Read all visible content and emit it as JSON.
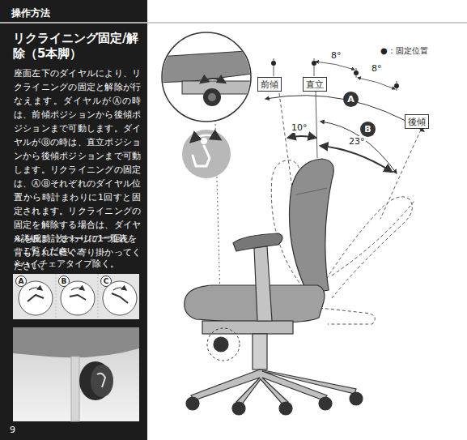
{
  "diagram": {
    "title": "リクライニング固定/解除（5本脚）",
    "nodes": [
      {
        "text": [
          "A"
        ]
      },
      {
        "text": [
          "B"
        ]
      },
      {
        "text": [
          "C"
        ]
      },
      {
        "text": [
          "前傾"
        ]
      },
      {
        "text": [
          "直立"
        ]
      },
      {
        "text": [
          "後傾"
        ]
      },
      {
        "text": [
          "A"
        ]
      },
      {
        "text": [
          "B"
        ]
      }
    ],
    "labels": [
      "操作方法",
      "座面左下のダイヤルにより、リクライニングの固定と解除が行なえます。ダイヤルがⒶの時は、前傾ポジションから後傾ポジションまで可動します。ダイヤルがⒷの時は、直立ポジションから後傾ポジションまで可動します。リクライニングの固定は、ⒶⒷそれぞれのダイヤル位置から時計まわりに1回すと固定されます。リクライニングの固定を解除する場合は、ダイヤルを反時計まわりに1つ回し、背もたれに軽く寄り掛かってください。",
      "※詳細は、次ページの一覧表をご覧ください。",
      "※ハイチェアタイプ除く。",
      "9",
      "●：固定位置",
      "8°",
      "8°",
      "10°",
      "23°"
    ]
  }
}
